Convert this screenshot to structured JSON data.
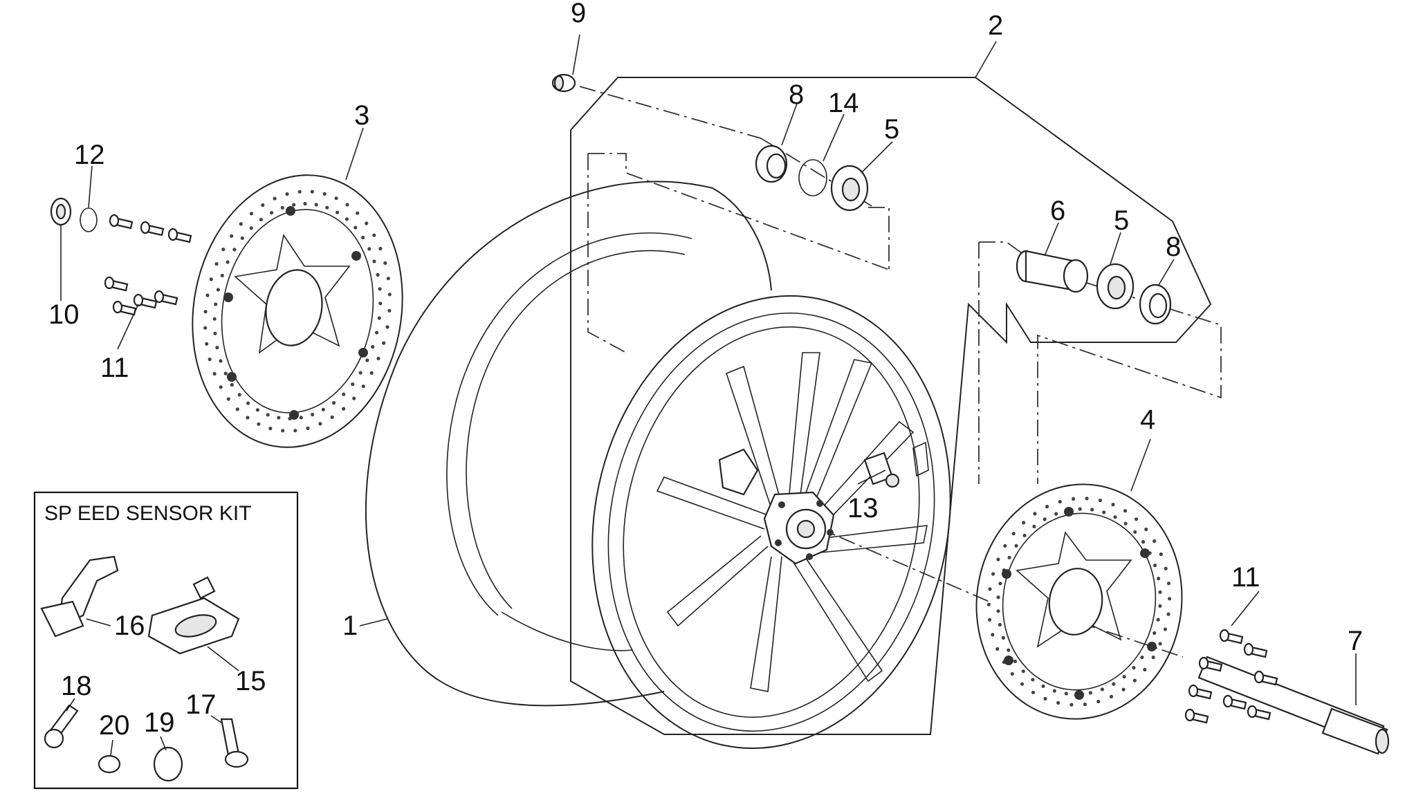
{
  "kit": {
    "title": "SP EED SENSOR KIT"
  },
  "labels": {
    "l1": "1",
    "l2": "2",
    "l3": "3",
    "l4": "4",
    "l5a": "5",
    "l5b": "5",
    "l6": "6",
    "l7": "7",
    "l8a": "8",
    "l8b": "8",
    "l9": "9",
    "l10": "10",
    "l11a": "11",
    "l11b": "11",
    "l12": "12",
    "l13": "13",
    "l14": "14",
    "l15": "15",
    "l16": "16",
    "l17": "17",
    "l18": "18",
    "l19": "19",
    "l20": "20"
  }
}
